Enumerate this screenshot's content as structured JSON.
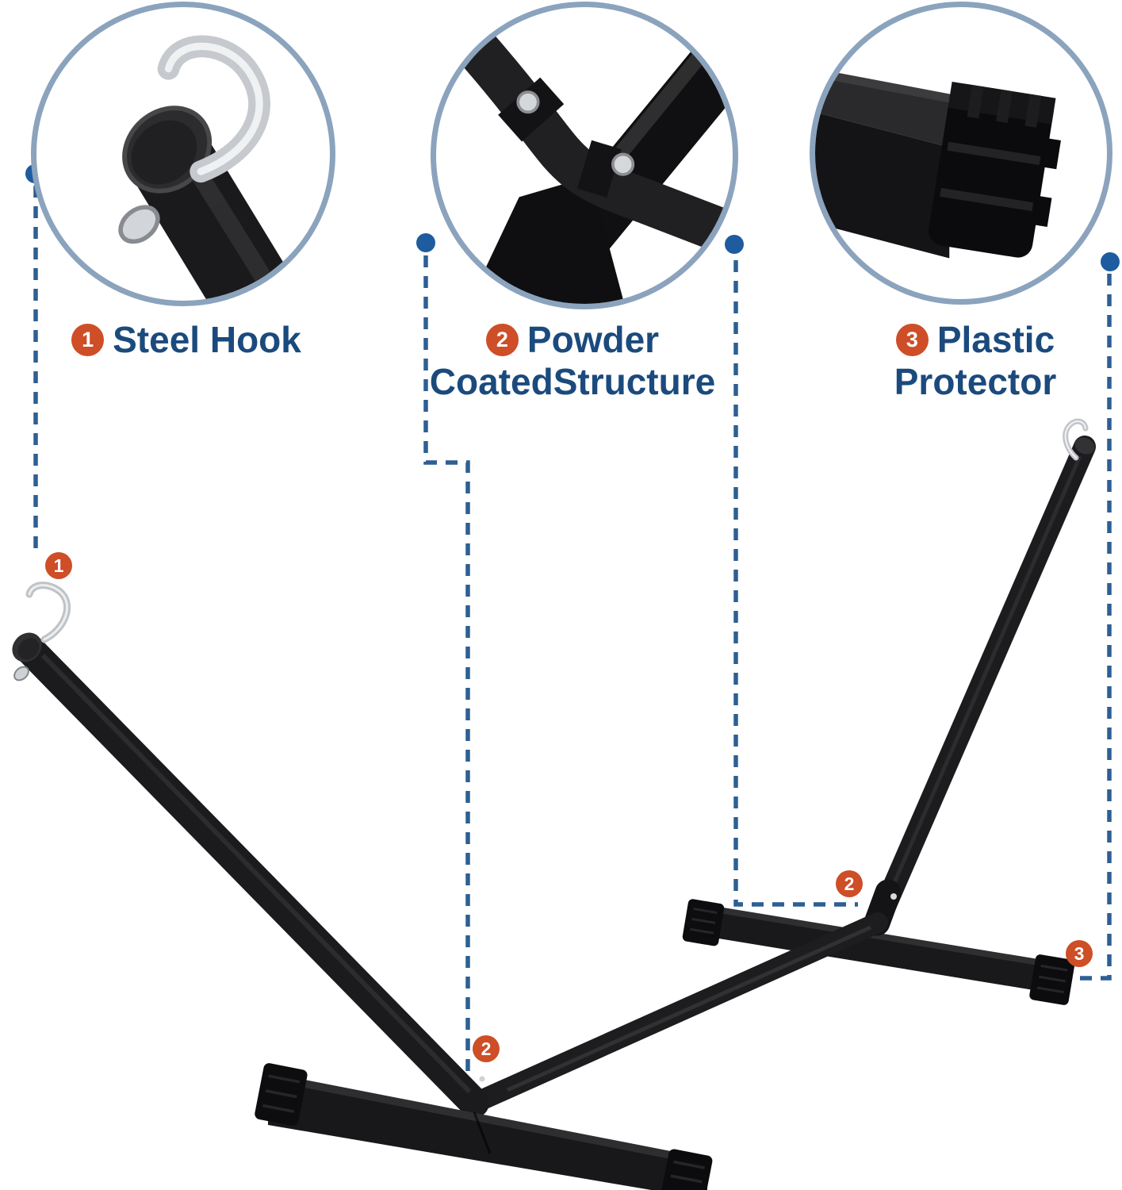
{
  "features": [
    {
      "number": "1",
      "label_lines": [
        "Steel Hook",
        ""
      ]
    },
    {
      "number": "2",
      "label_lines": [
        "Powder",
        "CoatedStructure"
      ]
    },
    {
      "number": "3",
      "label_lines": [
        "Plastic",
        "Protector"
      ]
    }
  ],
  "product_markers": [
    {
      "number": "1"
    },
    {
      "number": "2"
    },
    {
      "number": "2"
    },
    {
      "number": "3"
    }
  ],
  "colors": {
    "accent_orange": "#cd4e27",
    "navy_text": "#1b4a7d",
    "circle_border": "#8ba3bd",
    "dot_blue": "#1e5c9f",
    "dash_blue": "#2d5f93",
    "steel_black": "#1a1a1c",
    "hook_silver": "#c6c9cd",
    "background": "#ffffff"
  }
}
